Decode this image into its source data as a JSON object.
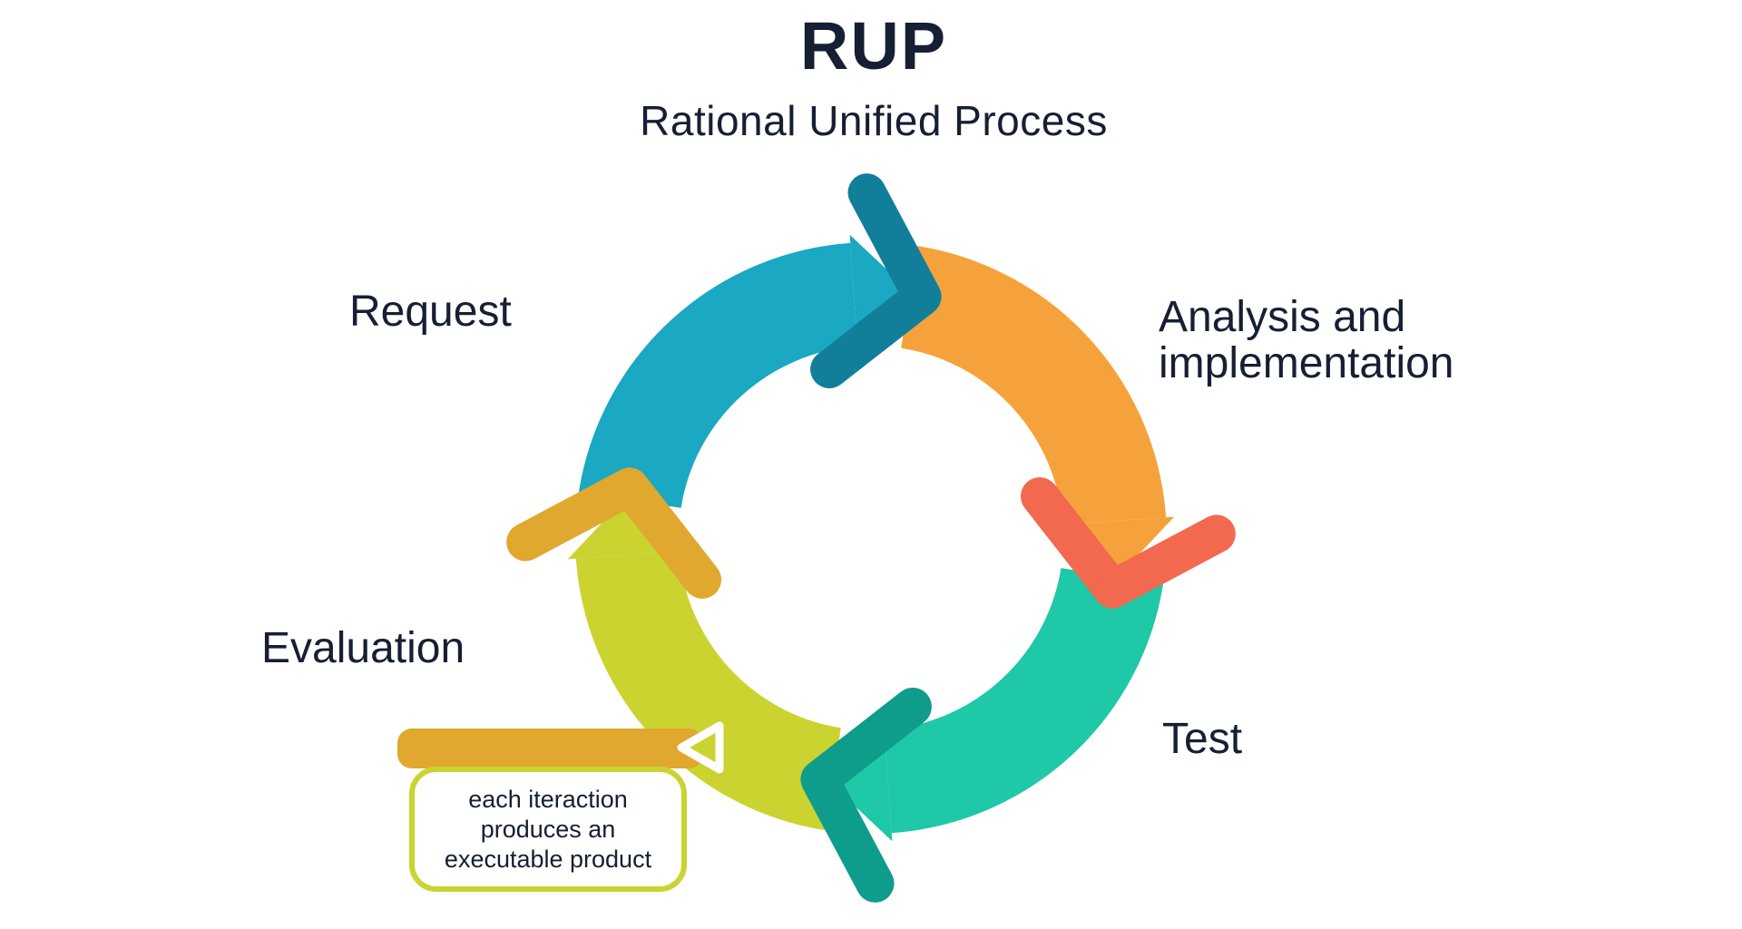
{
  "title": {
    "acronym": "RUP",
    "subtitle": "Rational Unified Process"
  },
  "ring": {
    "segments": [
      {
        "key": "request",
        "label": "Request",
        "band_color": "#1aa8c2",
        "arrow_color": "#127f9a"
      },
      {
        "key": "analysis",
        "label": "Analysis and implementation",
        "band_color": "#f6a23c",
        "arrow_color": "#f2694f"
      },
      {
        "key": "test",
        "label": "Test",
        "band_color": "#1fc8a6",
        "arrow_color": "#0e9c8b"
      },
      {
        "key": "evaluation",
        "label": "Evaluation",
        "band_color": "#cbd330",
        "arrow_color": "#e0a82e"
      }
    ],
    "direction": "clockwise"
  },
  "callout": {
    "lines": [
      "each iteraction",
      "produces an",
      "executable product"
    ],
    "bar_color": "#e0a82e",
    "border_color": "#cbd330"
  },
  "colors": {
    "text": "#161f33",
    "background": "#ffffff"
  }
}
